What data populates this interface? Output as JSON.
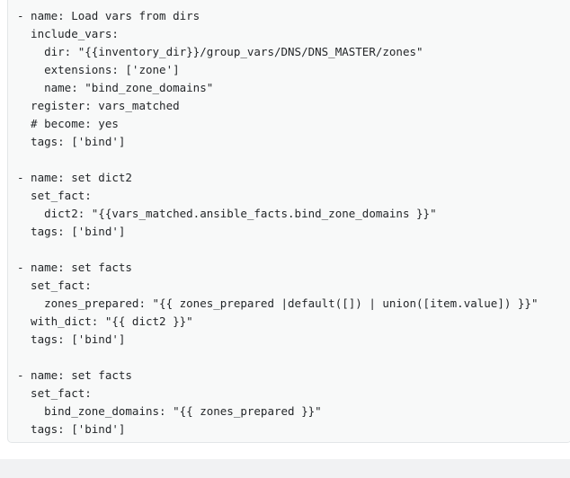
{
  "code": {
    "lines": [
      "- name: Load vars from dirs",
      "  include_vars:",
      "    dir: \"{{inventory_dir}}/group_vars/DNS/DNS_MASTER/zones\"",
      "    extensions: ['zone']",
      "    name: \"bind_zone_domains\"",
      "  register: vars_matched",
      "  # become: yes",
      "  tags: ['bind']",
      "",
      "- name: set dict2",
      "  set_fact:",
      "    dict2: \"{{vars_matched.ansible_facts.bind_zone_domains }}\"",
      "  tags: ['bind']",
      "",
      "- name: set facts",
      "  set_fact:",
      "    zones_prepared: \"{{ zones_prepared |default([]) | union([item.value]) }}\"",
      "  with_dict: \"{{ dict2 }}\"",
      "  tags: ['bind']",
      "",
      "- name: set facts",
      "  set_fact:",
      "    bind_zone_domains: \"{{ zones_prepared }}\"",
      "  tags: ['bind']"
    ]
  }
}
